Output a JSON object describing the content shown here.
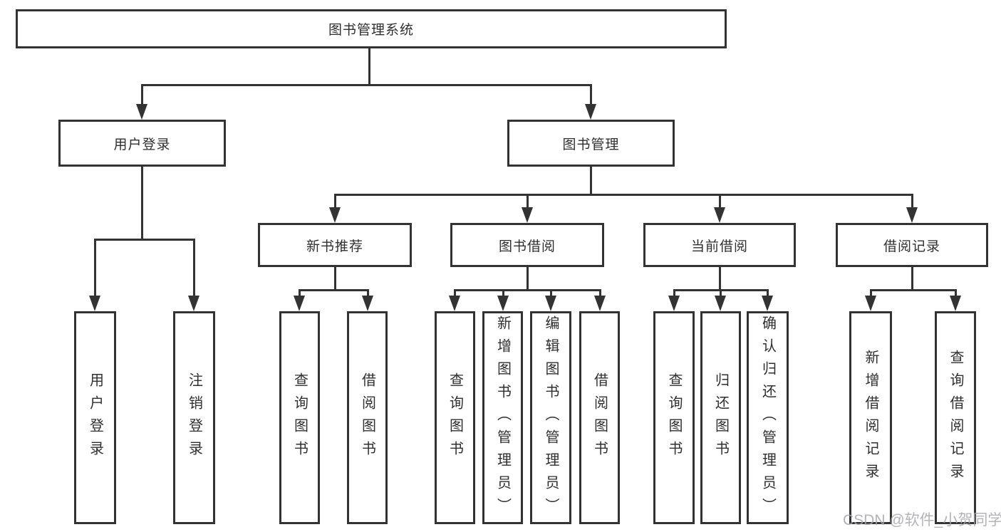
{
  "diagram": {
    "root": "图书管理系统",
    "branches": [
      {
        "label": "用户登录",
        "children": [
          "用户登录",
          "注销登录"
        ]
      },
      {
        "label": "图书管理",
        "groups": [
          {
            "label": "新书推荐",
            "children": [
              "查询图书",
              "借阅图书"
            ]
          },
          {
            "label": "图书借阅",
            "children": [
              "查询图书",
              "新增图书（管理员）",
              "编辑图书（管理员）",
              "借阅图书"
            ]
          },
          {
            "label": "当前借阅",
            "children": [
              "查询图书",
              "归还图书",
              "确认归还（管理员）"
            ]
          },
          {
            "label": "借阅记录",
            "children": [
              "新增借阅记录",
              "查询借阅记录"
            ]
          }
        ]
      }
    ],
    "watermark": "CSDN @软件_小贺同学",
    "colors": {
      "line": "#333333",
      "text": "#2f2f2f",
      "background": "#ffffff",
      "watermark": "#a6a6ad"
    }
  }
}
